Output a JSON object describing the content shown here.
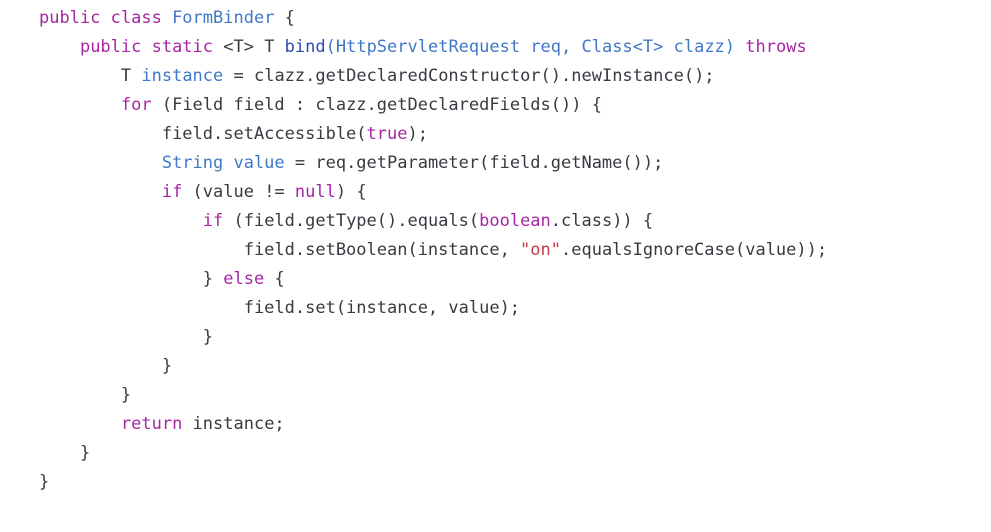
{
  "editor": {
    "colors": {
      "background": "#ffffff",
      "plain": "#383a42",
      "keyword": "#a626a4",
      "type": "#4078c8",
      "literal": "#a626a4",
      "string": "#c8394a",
      "method": "#2c4bb7"
    },
    "lines": [
      {
        "indent": 0,
        "tokens": [
          {
            "k": "kw",
            "t": "public class "
          },
          {
            "k": "ty",
            "t": "FormBinder"
          },
          {
            "k": "pl",
            "t": " {"
          }
        ]
      },
      {
        "indent": 1,
        "tokens": [
          {
            "k": "kw",
            "t": "public static "
          },
          {
            "k": "pl",
            "t": "<T> T "
          },
          {
            "k": "fn",
            "t": "bind"
          },
          {
            "k": "ty",
            "t": "(HttpServletRequest req, Class<T> clazz) "
          },
          {
            "k": "kw",
            "t": "throws"
          }
        ]
      },
      {
        "indent": 2,
        "tokens": [
          {
            "k": "pl",
            "t": "T "
          },
          {
            "k": "ty",
            "t": "instance"
          },
          {
            "k": "pl",
            "t": " = clazz.getDeclaredConstructor().newInstance();"
          }
        ]
      },
      {
        "indent": 2,
        "tokens": [
          {
            "k": "kw",
            "t": "for"
          },
          {
            "k": "pl",
            "t": " (Field field : clazz.getDeclaredFields()) {"
          }
        ]
      },
      {
        "indent": 3,
        "tokens": [
          {
            "k": "pl",
            "t": "field.setAccessible("
          },
          {
            "k": "lit",
            "t": "true"
          },
          {
            "k": "pl",
            "t": ");"
          }
        ]
      },
      {
        "indent": 3,
        "tokens": [
          {
            "k": "ty",
            "t": "String value"
          },
          {
            "k": "pl",
            "t": " = req.getParameter(field.getName());"
          }
        ]
      },
      {
        "indent": 3,
        "tokens": [
          {
            "k": "kw",
            "t": "if"
          },
          {
            "k": "pl",
            "t": " (value != "
          },
          {
            "k": "lit",
            "t": "null"
          },
          {
            "k": "pl",
            "t": ") {"
          }
        ]
      },
      {
        "indent": 4,
        "tokens": [
          {
            "k": "kw",
            "t": "if"
          },
          {
            "k": "pl",
            "t": " (field.getType().equals("
          },
          {
            "k": "kw",
            "t": "boolean"
          },
          {
            "k": "pl",
            "t": ".class)) {"
          }
        ]
      },
      {
        "indent": 5,
        "tokens": [
          {
            "k": "pl",
            "t": "field.setBoolean(instance, "
          },
          {
            "k": "str",
            "t": "\"on\""
          },
          {
            "k": "pl",
            "t": ".equalsIgnoreCase(value));"
          }
        ]
      },
      {
        "indent": 4,
        "tokens": [
          {
            "k": "pl",
            "t": "} "
          },
          {
            "k": "kw",
            "t": "else"
          },
          {
            "k": "pl",
            "t": " {"
          }
        ]
      },
      {
        "indent": 5,
        "tokens": [
          {
            "k": "pl",
            "t": "field.set(instance, value);"
          }
        ]
      },
      {
        "indent": 4,
        "tokens": [
          {
            "k": "pl",
            "t": "}"
          }
        ]
      },
      {
        "indent": 3,
        "tokens": [
          {
            "k": "pl",
            "t": "}"
          }
        ]
      },
      {
        "indent": 2,
        "tokens": [
          {
            "k": "pl",
            "t": "}"
          }
        ]
      },
      {
        "indent": 2,
        "tokens": [
          {
            "k": "kw",
            "t": "return"
          },
          {
            "k": "pl",
            "t": " instance;"
          }
        ]
      },
      {
        "indent": 1,
        "tokens": [
          {
            "k": "pl",
            "t": "}"
          }
        ]
      },
      {
        "indent": 0,
        "tokens": [
          {
            "k": "pl",
            "t": "}"
          }
        ]
      }
    ]
  }
}
